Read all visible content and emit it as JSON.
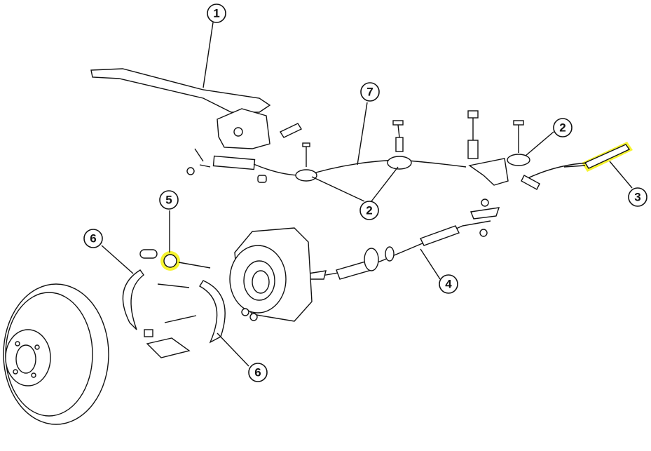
{
  "diagram": {
    "callouts": [
      {
        "id": "callout-1",
        "label": "1"
      },
      {
        "id": "callout-7",
        "label": "7"
      },
      {
        "id": "callout-2a",
        "label": "2"
      },
      {
        "id": "callout-3",
        "label": "3"
      },
      {
        "id": "callout-2b",
        "label": "2"
      },
      {
        "id": "callout-5",
        "label": "5"
      },
      {
        "id": "callout-6a",
        "label": "6"
      },
      {
        "id": "callout-4",
        "label": "4"
      },
      {
        "id": "callout-6b",
        "label": "6"
      }
    ],
    "highlight_color": "#f5f20a"
  }
}
